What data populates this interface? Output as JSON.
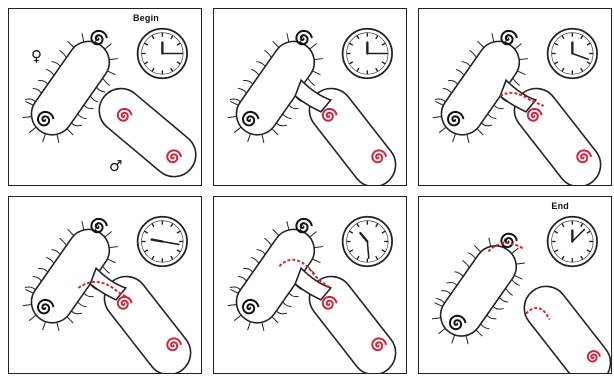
{
  "figure": {
    "panels": [
      {
        "id": 1,
        "label": "Begin",
        "clock": {
          "hour_deg": 0,
          "minute_deg": 90
        },
        "female_symbol": "♀",
        "male_symbol": "♂",
        "stage": "separate"
      },
      {
        "id": 2,
        "label": "",
        "clock": {
          "hour_deg": 0,
          "minute_deg": 90
        },
        "stage": "contact"
      },
      {
        "id": 3,
        "label": "",
        "clock": {
          "hour_deg": 0,
          "minute_deg": 110
        },
        "stage": "transfer-start"
      },
      {
        "id": 4,
        "label": "",
        "clock": {
          "hour_deg": 280,
          "minute_deg": 100
        },
        "stage": "transfer-mid"
      },
      {
        "id": 5,
        "label": "",
        "clock": {
          "hour_deg": 320,
          "minute_deg": 175
        },
        "stage": "transfer-late"
      },
      {
        "id": 6,
        "label": "End",
        "clock": {
          "hour_deg": 0,
          "minute_deg": 45
        },
        "stage": "separated"
      }
    ],
    "colors": {
      "dna_male": "#d3233b",
      "dna_female": "#111111",
      "outline": "#222222"
    }
  }
}
